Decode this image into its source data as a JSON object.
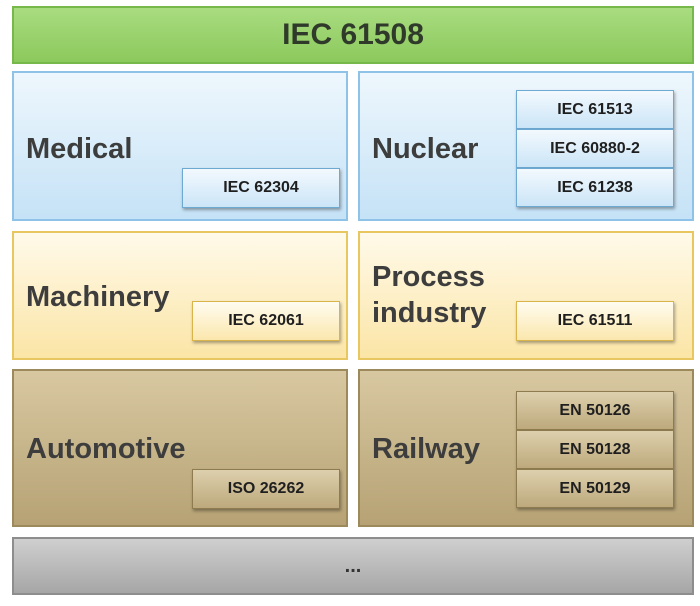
{
  "title": "IEC 61508",
  "domains": {
    "medical": {
      "label": "Medical",
      "standards": [
        "IEC 62304"
      ]
    },
    "nuclear": {
      "label": "Nuclear",
      "standards": [
        "IEC 61513",
        "IEC 60880-2",
        "IEC 61238"
      ]
    },
    "machinery": {
      "label": "Machinery",
      "standards": [
        "IEC 62061"
      ]
    },
    "process": {
      "label_line1": "Process",
      "label_line2": "industry",
      "standards": [
        "IEC 61511"
      ]
    },
    "automotive": {
      "label": "Automotive",
      "standards": [
        "ISO 26262"
      ]
    },
    "railway": {
      "label": "Railway",
      "standards": [
        "EN 50126",
        "EN 50128",
        "EN 50129"
      ]
    }
  },
  "footer": {
    "label": "..."
  },
  "colors": {
    "top_bar": "#97d069",
    "medical_nuclear": "#c5e2f6",
    "machinery_process": "#fbe5a6",
    "automotive_railway": "#b6a274",
    "footer": "#a6a6a6"
  }
}
